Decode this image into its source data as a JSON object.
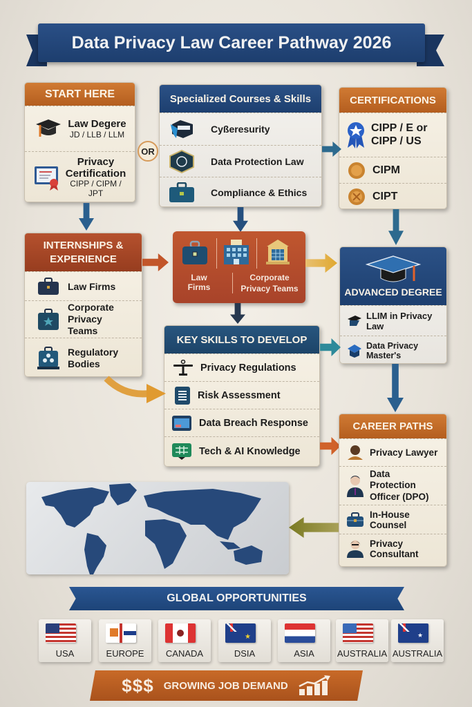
{
  "title": "Data Privacy Law Career Pathway 2026",
  "start_here": {
    "heading": "START HERE",
    "items": [
      {
        "icon": "graduation-cap-icon",
        "title": "Law Degere",
        "subtitle": "JD / LLB / LLM"
      },
      {
        "icon": "certificate-icon",
        "title": "Privacy Certification",
        "subtitle": "CIPP / CIPM / JPT"
      }
    ],
    "or_label": "OR"
  },
  "specialized": {
    "heading": "Specialized Courses & Skills",
    "items": [
      {
        "icon": "cybersecurity-icon",
        "label": "Cyßeresurity"
      },
      {
        "icon": "shield-badge-icon",
        "label": "Data Protection Law"
      },
      {
        "icon": "briefcase-icon",
        "label": "Compliance & Ethics"
      }
    ]
  },
  "certifications": {
    "heading": "CERTIFICATIONS",
    "items": [
      {
        "icon": "ribbon-star-icon",
        "label": "CIPP / E or CIPP / US"
      },
      {
        "icon": "medal-icon",
        "label": "CIPM"
      },
      {
        "icon": "medal-icon",
        "label": "CIPT"
      }
    ]
  },
  "internships": {
    "heading": "INTERNSHIPS & EXPERIENCE",
    "items": [
      {
        "icon": "briefcase-icon",
        "label": "Law Firms"
      },
      {
        "icon": "briefcase-star-icon",
        "label": "Corporate Privacy Teams"
      },
      {
        "icon": "briefcase-network-icon",
        "label": "Regulatory Bodies"
      }
    ]
  },
  "workplaces": {
    "items": [
      {
        "icon": "briefcase-icon",
        "label": "Law Firms"
      },
      {
        "icon": "office-building-icon",
        "label": "Corporate Privacy Teams"
      },
      {
        "icon": "government-building-icon",
        "label": ""
      }
    ]
  },
  "advanced_degree": {
    "heading": "ADVANCED DEGREE",
    "items": [
      {
        "icon": "graduation-cap-icon",
        "label": "LLIM in Privacy Law"
      },
      {
        "icon": "mortarboard-icon",
        "label": "Data Privacy Master's"
      }
    ]
  },
  "key_skills": {
    "heading": "KEY SKILLS TO DEVELOP",
    "items": [
      {
        "icon": "scales-icon",
        "label": "Privacy Regulations"
      },
      {
        "icon": "document-icon",
        "label": "Risk Assessment"
      },
      {
        "icon": "monitor-icon",
        "label": "Data Breach Response"
      },
      {
        "icon": "chip-icon",
        "label": "Tech & AI Knowledge"
      }
    ]
  },
  "career_paths": {
    "heading": "CAREER PATHS",
    "items": [
      {
        "icon": "lawyer-icon",
        "label": "Privacy Lawyer"
      },
      {
        "icon": "officer-icon",
        "label": "Data Protection Officer (DPO)"
      },
      {
        "icon": "briefcase-icon",
        "label": "In-House Counsel"
      },
      {
        "icon": "consultant-icon",
        "label": "Privacy Consultant"
      }
    ]
  },
  "global": {
    "heading": "GLOBAL OPPORTUNITIES",
    "regions": [
      {
        "label": "USA",
        "flag": "usa"
      },
      {
        "label": "EUROPE",
        "flag": "europe"
      },
      {
        "label": "CANADA",
        "flag": "canada"
      },
      {
        "label": "DSIA",
        "flag": "australia-like"
      },
      {
        "label": "ASIA",
        "flag": "tricolor"
      },
      {
        "label": "AUSTRALIA",
        "flag": "usa"
      },
      {
        "label": "AUSTRALIA",
        "flag": "australia"
      }
    ]
  },
  "footer": {
    "currency": "$$$",
    "label": "GROWING JOB DEMAND"
  },
  "colors": {
    "navy": "#1d3f6f",
    "orange": "#c46a28",
    "rust": "#a6452a",
    "paper": "#f3eee4"
  }
}
